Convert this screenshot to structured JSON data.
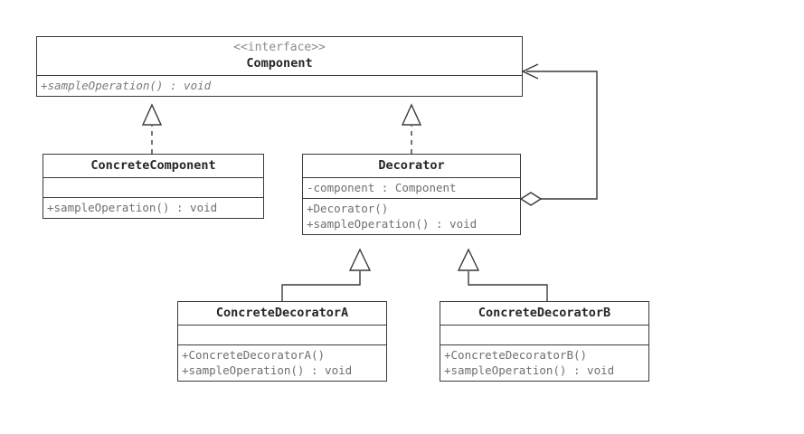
{
  "diagram": {
    "kind": "uml-class-diagram",
    "pattern_name": "Decorator",
    "background_color": "#ffffff",
    "line_color": "#3a3a3a",
    "title_text_color": "#262626",
    "member_text_color": "#6f6f6f",
    "stereotype_text_color": "#8d8d8d"
  },
  "classes": {
    "component": {
      "stereotype": "<<interface>>",
      "name": "Component",
      "attributes": [],
      "operations": [
        "+sampleOperation() : void"
      ]
    },
    "concrete_component": {
      "stereotype": "",
      "name": "ConcreteComponent",
      "attributes": [],
      "operations": [
        "+sampleOperation() : void"
      ]
    },
    "decorator": {
      "stereotype": "",
      "name": "Decorator",
      "attributes": [
        "-component : Component"
      ],
      "operations": [
        "+Decorator()",
        "+sampleOperation() : void"
      ]
    },
    "concrete_decorator_a": {
      "stereotype": "",
      "name": "ConcreteDecoratorA",
      "attributes": [],
      "operations": [
        "+ConcreteDecoratorA()",
        "+sampleOperation() : void"
      ]
    },
    "concrete_decorator_b": {
      "stereotype": "",
      "name": "ConcreteDecoratorB",
      "attributes": [],
      "operations": [
        "+ConcreteDecoratorB()",
        "+sampleOperation() : void"
      ]
    }
  },
  "relationships": [
    {
      "id": "realization-concretecomponent-component",
      "type": "realization",
      "from": "ConcreteComponent",
      "to": "Component",
      "line_style": "dashed",
      "head": "hollow-triangle"
    },
    {
      "id": "realization-decorator-component",
      "type": "realization",
      "from": "Decorator",
      "to": "Component",
      "line_style": "dashed",
      "head": "hollow-triangle"
    },
    {
      "id": "generalization-concretedecoratora-decorator",
      "type": "generalization",
      "from": "ConcreteDecoratorA",
      "to": "Decorator",
      "line_style": "solid",
      "head": "hollow-triangle"
    },
    {
      "id": "generalization-concretedecoratorb-decorator",
      "type": "generalization",
      "from": "ConcreteDecoratorB",
      "to": "Decorator",
      "line_style": "solid",
      "head": "hollow-triangle"
    },
    {
      "id": "aggregation-decorator-component",
      "type": "aggregation",
      "from": "Decorator",
      "to": "Component",
      "line_style": "solid",
      "tail": "hollow-diamond",
      "head": "open-arrow"
    }
  ]
}
